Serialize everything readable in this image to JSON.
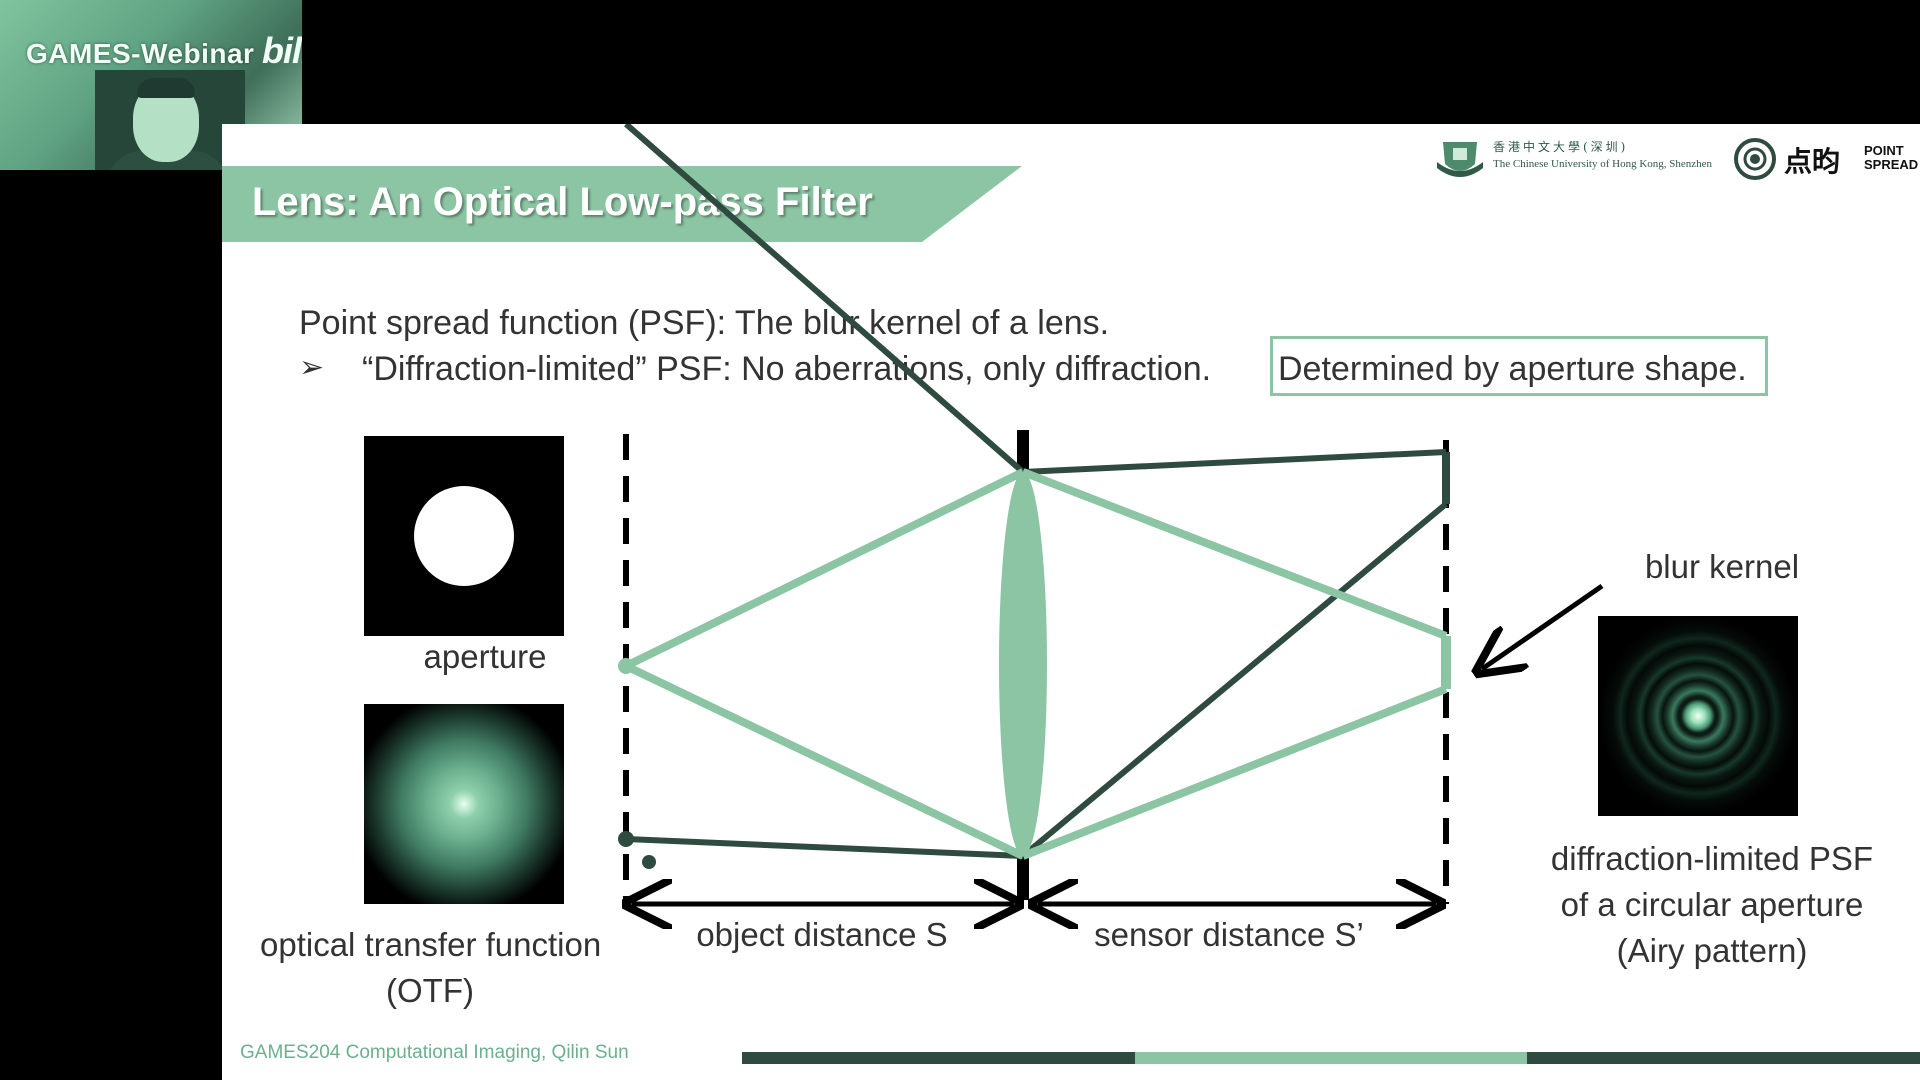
{
  "webcam": {
    "watermark": "GAMES-Webinar",
    "brand": "bilibili"
  },
  "slide": {
    "title": "Lens: An Optical Low-pass Filter",
    "logos": {
      "cuhk_chinese": "香港中文大學(深圳)",
      "cuhk_english": "The Chinese University of Hong Kong, Shenzhen",
      "pointspread_chinese": "点昀",
      "pointspread_english_1": "POINT",
      "pointspread_english_2": "SPREAD"
    },
    "text": {
      "psf_definition": "Point spread function (PSF): The blur kernel of a lens.",
      "bullet_symbol": "➢",
      "bullet_text": "“Diffraction-limited” PSF: No aberrations, only diffraction.",
      "highlighted_text": "Determined by aperture shape."
    },
    "labels": {
      "aperture": "aperture",
      "otf_line1": "optical transfer function",
      "otf_line2": "(OTF)",
      "object_distance": "object distance S",
      "sensor_distance": "sensor distance S’",
      "blur_kernel": "blur kernel",
      "psf_caption_line1": "diffraction-limited PSF",
      "psf_caption_line2": "of a circular aperture",
      "psf_caption_line3": "(Airy pattern)"
    },
    "footer": "GAMES204 Computational Imaging, Qilin Sun"
  },
  "colors": {
    "accent_green": "#8cc5a3",
    "dark_green": "#2f4a3f",
    "text_gray": "#333333",
    "footer_green": "#6cb08f"
  }
}
